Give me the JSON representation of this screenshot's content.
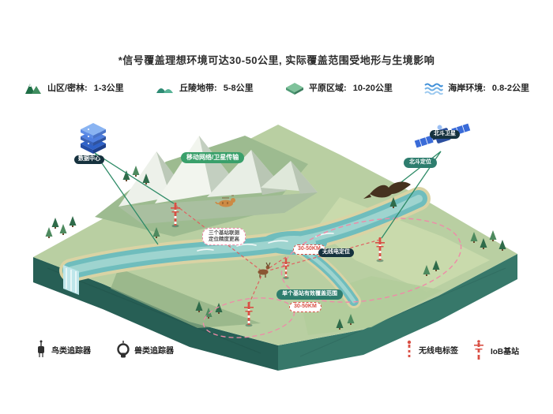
{
  "title": "*信号覆盖理想环境可达30-50公里, 实际覆盖范围受地形与生境影响",
  "coverage_legend": {
    "items": [
      {
        "icon": "mountain-forest-icon",
        "label": "山区/密林:",
        "value": "1-3公里"
      },
      {
        "icon": "hills-icon",
        "label": "丘陵地带:",
        "value": "5-8公里"
      },
      {
        "icon": "plain-icon",
        "label": "平原区域:",
        "value": "10-20公里"
      },
      {
        "icon": "coast-icon",
        "label": "海岸环境:",
        "value": "0.8-2公里"
      }
    ]
  },
  "map_labels": {
    "data_center": "数据中心",
    "transmission": "移动网络/卫星传输",
    "satellite": "北斗卫星",
    "beidou_positioning": "北斗定位",
    "triangulation_line1": "三个基站联测",
    "triangulation_line2": "定位精度更高",
    "coverage_range": "30-50KM",
    "radio_positioning": "无线电定位",
    "single_station_coverage": "单个基站有效覆盖范围",
    "single_station_range": "30-50KM"
  },
  "device_legend": {
    "items": [
      {
        "icon": "bird-tracker-icon",
        "label": "鸟类追踪器"
      },
      {
        "icon": "mammal-tracker-icon",
        "label": "兽类追踪器"
      },
      {
        "icon": "radio-tag-icon",
        "label": "无线电标签"
      },
      {
        "icon": "iob-base-station-icon",
        "label": "IoB基站"
      }
    ]
  },
  "colors": {
    "accent_red": "#d94f44",
    "dashed_pink": "#ef8aa8",
    "link_green": "#2e8b67",
    "pill_green": "#3aa06b",
    "pill_teal": "#2e7d6e",
    "pill_navy": "#16323e",
    "water": "#6fbdbd",
    "terrain": "#b9cfa2"
  }
}
